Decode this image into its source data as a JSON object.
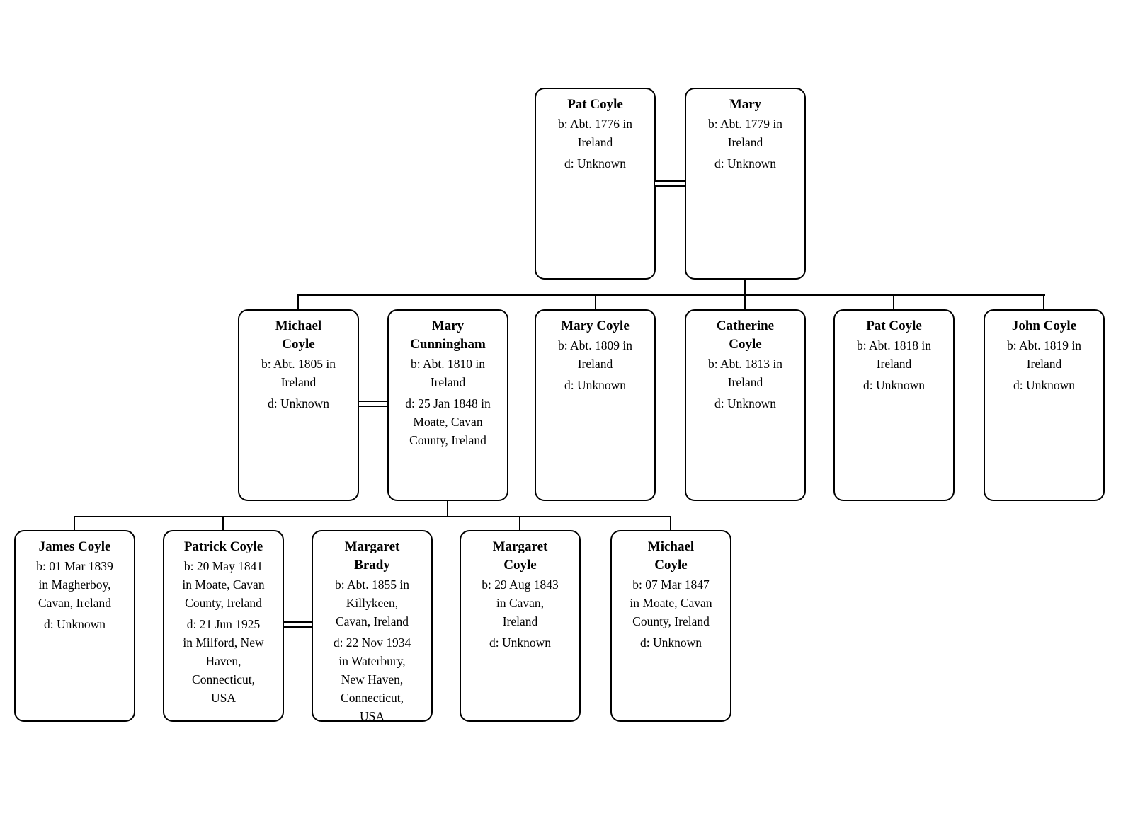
{
  "persons": {
    "pat_coyle_sr": {
      "name": "Pat Coyle",
      "birth": "b: Abt. 1776 in\nIreland",
      "death": "d: Unknown"
    },
    "mary_sr": {
      "name": "Mary",
      "birth": "b: Abt. 1779 in\nIreland",
      "death": "d: Unknown"
    },
    "michael_coyle": {
      "name": "Michael\nCoyle",
      "birth": "b: Abt. 1805 in\nIreland",
      "death": "d: Unknown"
    },
    "mary_cunningham": {
      "name": "Mary\nCunningham",
      "birth": "b: Abt. 1810 in\nIreland",
      "death": "d: 25 Jan 1848 in\nMoate, Cavan\nCounty, Ireland"
    },
    "mary_coyle": {
      "name": "Mary Coyle",
      "birth": "b: Abt. 1809 in\nIreland",
      "death": "d: Unknown"
    },
    "catherine_coyle": {
      "name": "Catherine\nCoyle",
      "birth": "b: Abt. 1813 in\nIreland",
      "death": "d: Unknown"
    },
    "pat_coyle_jr": {
      "name": "Pat Coyle",
      "birth": "b: Abt. 1818 in\nIreland",
      "death": "d: Unknown"
    },
    "john_coyle": {
      "name": "John Coyle",
      "birth": "b: Abt. 1819 in\nIreland",
      "death": "d: Unknown"
    },
    "james_coyle": {
      "name": "James Coyle",
      "birth": "b: 01 Mar 1839\nin Magherboy,\nCavan, Ireland",
      "death": "d: Unknown"
    },
    "patrick_coyle": {
      "name": "Patrick Coyle",
      "birth": "b: 20 May 1841\nin Moate, Cavan\nCounty, Ireland",
      "death": "d: 21 Jun 1925\nin Milford, New\nHaven,\nConnecticut,\nUSA"
    },
    "margaret_brady": {
      "name": "Margaret\nBrady",
      "birth": "b: Abt. 1855 in\nKillykeen,\nCavan, Ireland",
      "death": "d: 22 Nov 1934\nin Waterbury,\nNew Haven,\nConnecticut,\nUSA"
    },
    "margaret_coyle": {
      "name": "Margaret\nCoyle",
      "birth": "b: 29 Aug 1843\nin Cavan,\nIreland",
      "death": "d: Unknown"
    },
    "michael_coyle_iii": {
      "name": "Michael\nCoyle",
      "birth": "b: 07 Mar 1847\nin Moate, Cavan\nCounty, Ireland",
      "death": "d: Unknown"
    }
  },
  "structure": {
    "marriages": [
      {
        "spouses": [
          "Pat Coyle",
          "Mary"
        ]
      },
      {
        "spouses": [
          "Michael Coyle",
          "Mary Cunningham"
        ]
      },
      {
        "spouses": [
          "Patrick Coyle",
          "Margaret Brady"
        ]
      }
    ],
    "parent_child": [
      {
        "parents": [
          "Pat Coyle",
          "Mary"
        ],
        "children": [
          "Michael Coyle",
          "Mary Coyle",
          "Catherine Coyle",
          "Pat Coyle",
          "John Coyle"
        ]
      },
      {
        "parents": [
          "Michael Coyle",
          "Mary Cunningham"
        ],
        "children": [
          "James Coyle",
          "Patrick Coyle",
          "Margaret Coyle",
          "Michael Coyle"
        ]
      }
    ],
    "colors": {
      "line": "#000000",
      "box_border": "#000000",
      "background": "#ffffff",
      "text": "#000000"
    }
  }
}
